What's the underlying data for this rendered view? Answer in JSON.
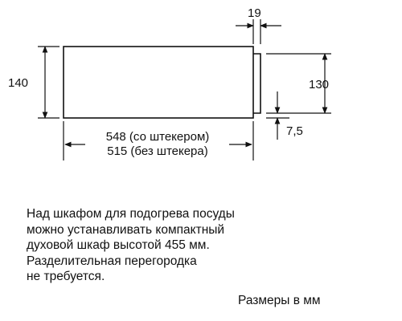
{
  "dimensions": {
    "height_left": "140",
    "depth_panel": "19",
    "height_right": "130",
    "gap_bottom": "7,5",
    "width_with_plug": "548 (со штекером)",
    "width_without_plug": "515 (без штекера)"
  },
  "note_lines": [
    "Над шкафом для подогрева посуды",
    "можно устанавливать компактный",
    "духовой шкаф высотой 455 мм.",
    "Разделительная перегородка",
    "не требуется."
  ],
  "units_label": "Размеры в мм"
}
